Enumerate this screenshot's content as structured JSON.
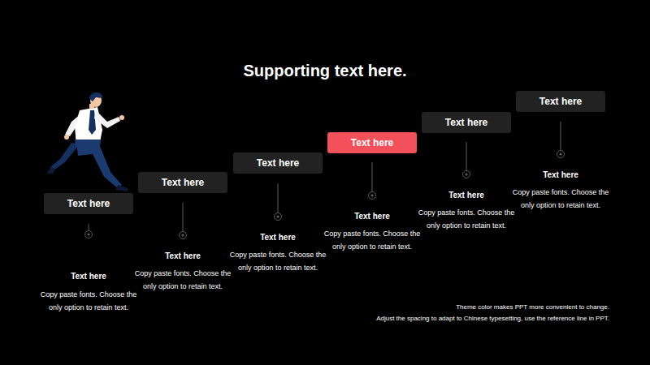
{
  "diagram": {
    "title": "Supporting text here.",
    "nodes": [
      {
        "text": [
          "Text here"
        ]
      },
      {
        "text": [
          "Text here"
        ]
      },
      {
        "text": [
          "Text here"
        ]
      },
      {
        "text": [
          "Text here"
        ]
      },
      {
        "text": [
          "Text here"
        ]
      },
      {
        "text": [
          "Text here"
        ]
      }
    ],
    "labels": [
      "Text here",
      "Copy paste fonts. Choose the only option to retain text.",
      "Text here",
      "Copy paste fonts. Choose the only option to retain text.",
      "Text here",
      "Copy paste fonts. Choose the only option to retain text.",
      "Text here",
      "Copy paste fonts. Choose the only option to retain text.",
      "Text here",
      "Copy paste fonts. Choose the only option to retain text.",
      "Text here",
      "Copy paste fonts. Choose the only option to retain text.",
      "Theme color makes PPT more convenient to change.",
      "Adjust the spacing to adapt to Chinese typesetting, use the reference line in PPT."
    ]
  }
}
